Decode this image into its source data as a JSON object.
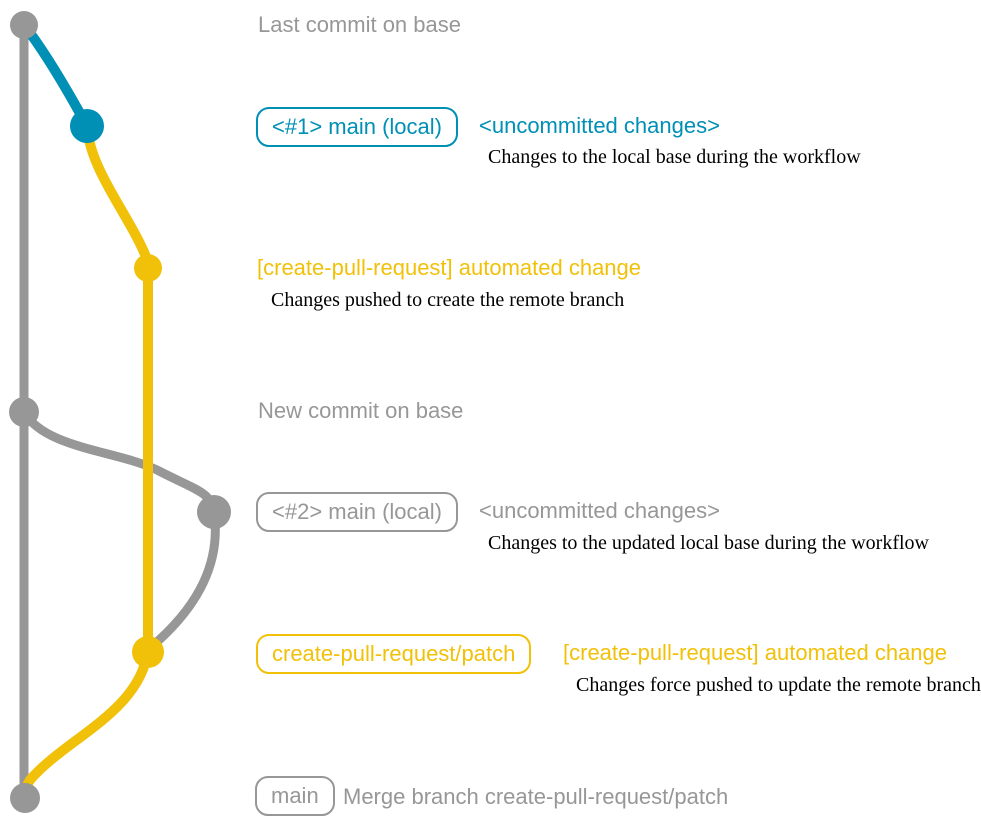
{
  "diagram": {
    "type": "git-graph",
    "colors": {
      "base_branch": "#979797",
      "main_local_branch": "#008fb5",
      "patch_branch": "#f1c109",
      "note_text": "#000000",
      "background": "#ffffff"
    },
    "branches": [
      {
        "name": "base",
        "color": "#979797"
      },
      {
        "name": "main (local)",
        "color": "#008fb5"
      },
      {
        "name": "create-pull-request/patch",
        "color": "#f1c109"
      }
    ],
    "rows": [
      {
        "label": "Last commit on base"
      },
      {
        "badge": "<#1> main (local)",
        "title": "<uncommitted changes>",
        "desc": "Changes to the local base during the workflow"
      },
      {
        "title": "[create-pull-request] automated change",
        "desc": "Changes pushed to create the remote branch"
      },
      {
        "label": "New commit on base"
      },
      {
        "badge": "<#2> main (local)",
        "title": "<uncommitted changes>",
        "desc": "Changes to the updated local base during the workflow"
      },
      {
        "badge": "create-pull-request/patch",
        "title": "[create-pull-request] automated change",
        "desc": "Changes force pushed to update the remote branch"
      },
      {
        "badge": "main",
        "title": "Merge branch create-pull-request/patch"
      }
    ]
  }
}
